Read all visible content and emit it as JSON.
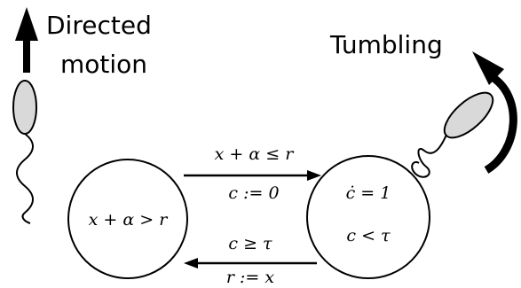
{
  "labels": {
    "directed_line1": "Directed",
    "directed_line2": "motion",
    "tumbling": "Tumbling"
  },
  "states": {
    "left": "x + α > r",
    "right_line1": "ċ = 1",
    "right_line2": "c < τ"
  },
  "transitions": {
    "top_guard": "x + α ≤ r",
    "top_reset": "c := 0",
    "bottom_guard": "c ≥ τ",
    "bottom_reset": "r := x"
  },
  "colors": {
    "cell_fill": "#d9d9d9",
    "stroke": "#000000"
  }
}
